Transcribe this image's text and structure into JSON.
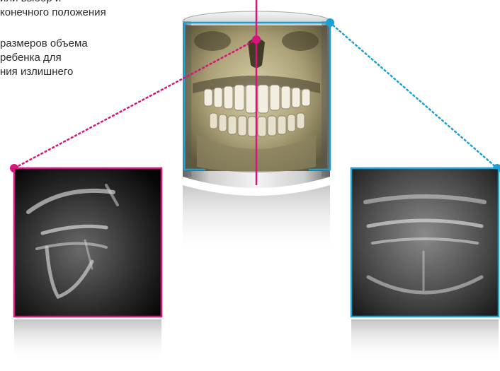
{
  "caption": {
    "lines": [
      "или выбор и",
      "конечного положения",
      "размеров объема",
      "ребенка для",
      "ния излишнего"
    ]
  },
  "colors": {
    "magenta": "#d6157c",
    "cyan": "#1aa0d4",
    "text": "#2b2b2b"
  },
  "icons": {
    "center": "3d-skull-volume-cylinder",
    "left": "sagittal-ct-slice",
    "right": "panoramic-xray-slice"
  }
}
